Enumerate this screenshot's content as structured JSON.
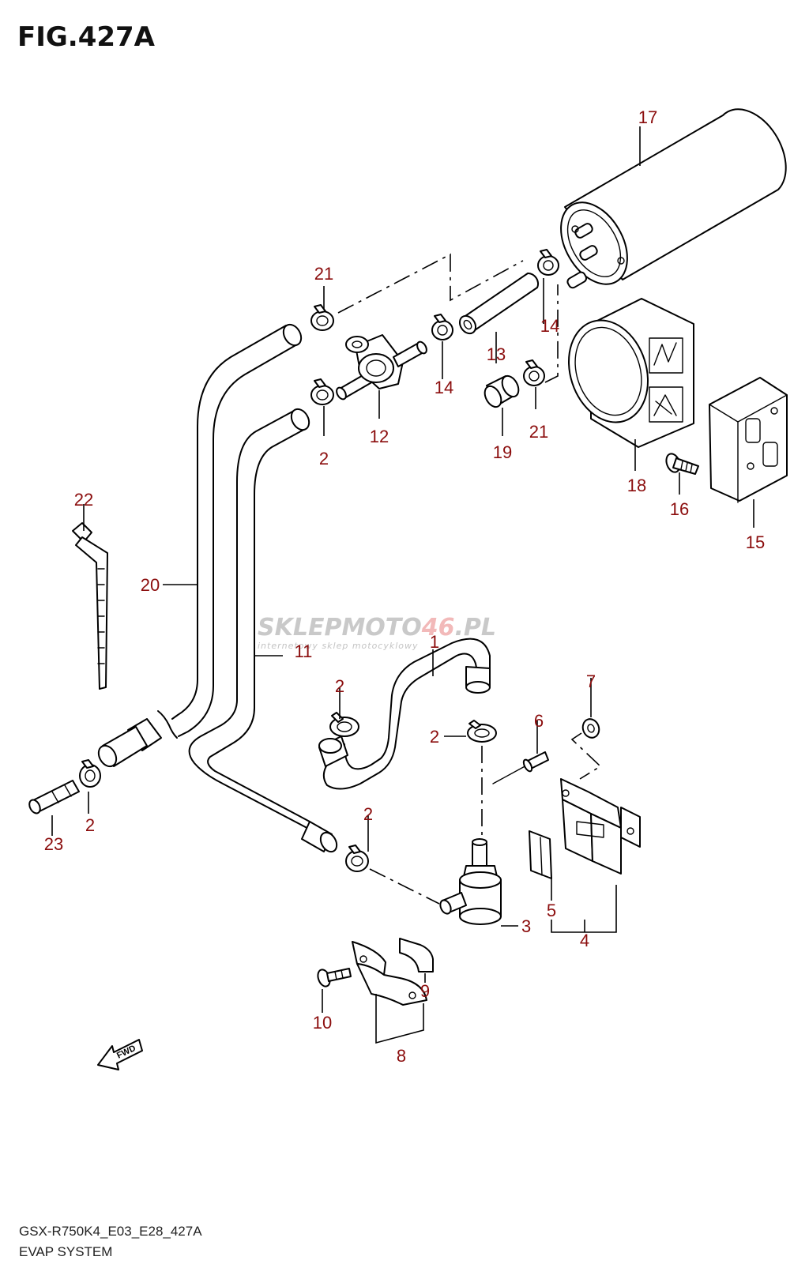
{
  "figure": {
    "title": "FIG.427A",
    "model_code": "GSX-R750K4_E03_E28_427A",
    "section_name": "EVAP SYSTEM"
  },
  "watermark": {
    "brand_prefix": "SKLEPMOTO",
    "brand_number": "46",
    "brand_suffix": ".PL",
    "tagline": "internetowy sklep motocyklowy"
  },
  "direction_marker": "FWD",
  "callouts": {
    "c1": "1",
    "c2a": "2",
    "c2b": "2",
    "c2c": "2",
    "c2d": "2",
    "c2e": "2",
    "c3": "3",
    "c4": "4",
    "c5": "5",
    "c6": "6",
    "c7": "7",
    "c8": "8",
    "c9": "9",
    "c10": "10",
    "c11": "11",
    "c12": "12",
    "c13": "13",
    "c14a": "14",
    "c14b": "14",
    "c15": "15",
    "c16": "16",
    "c17": "17",
    "c18": "18",
    "c19": "19",
    "c20": "20",
    "c21a": "21",
    "c21b": "21",
    "c22": "22",
    "c23": "23"
  },
  "colors": {
    "callout": "#8b0d0d",
    "line_art": "#000000",
    "watermark": "#c9c9c9"
  }
}
